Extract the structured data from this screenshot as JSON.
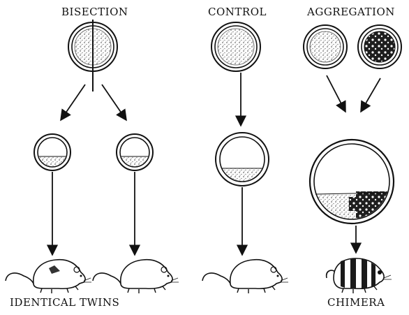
{
  "labels": {
    "bisection": "BISECTION",
    "control": "CONTROL",
    "aggregation": "AGGREGATION",
    "identical_twins": "IDENTICAL TWINS",
    "chimera": "CHIMERA"
  },
  "colors": {
    "ink": "#111111",
    "stipple": "#9a9a9a",
    "dark_cells": "#222222",
    "background": "#ffffff"
  }
}
